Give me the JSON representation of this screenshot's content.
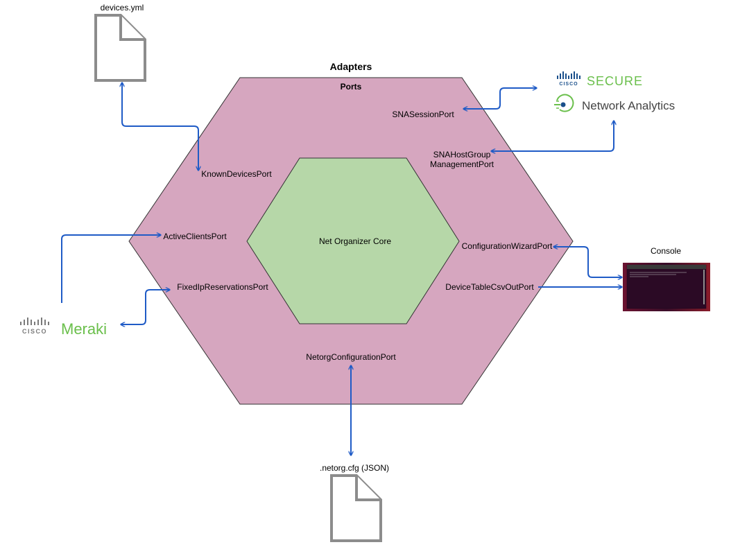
{
  "diagram": {
    "adapters_title": "Adapters",
    "ports_title": "Ports",
    "core_label": "Net Organizer Core",
    "ports": {
      "sna_session": "SNASessionPort",
      "sna_hostgroup_line1": "SNAHostGroup",
      "sna_hostgroup_line2": "ManagementPort",
      "known_devices": "KnownDevicesPort",
      "active_clients": "ActiveClientsPort",
      "fixed_ip": "FixedIpReservationsPort",
      "config_wizard": "ConfigurationWizardPort",
      "device_table_csv": "DeviceTableCsvOutPort",
      "netorg_config": "NetorgConfigurationPort"
    },
    "files": {
      "devices_yml": "devices.yml",
      "netorg_cfg": ".netorg.cfg (JSON)"
    },
    "console_label": "Console",
    "logos": {
      "cisco_word": "CISCO",
      "secure_word": "SECURE",
      "network_analytics": "Network Analytics",
      "meraki": "Meraki"
    },
    "colors": {
      "outer_hexagon": "#d6a6bf",
      "inner_hexagon": "#b6d7a8",
      "arrow": "#1f5bc6",
      "cisco_green": "#6abf4b"
    }
  }
}
